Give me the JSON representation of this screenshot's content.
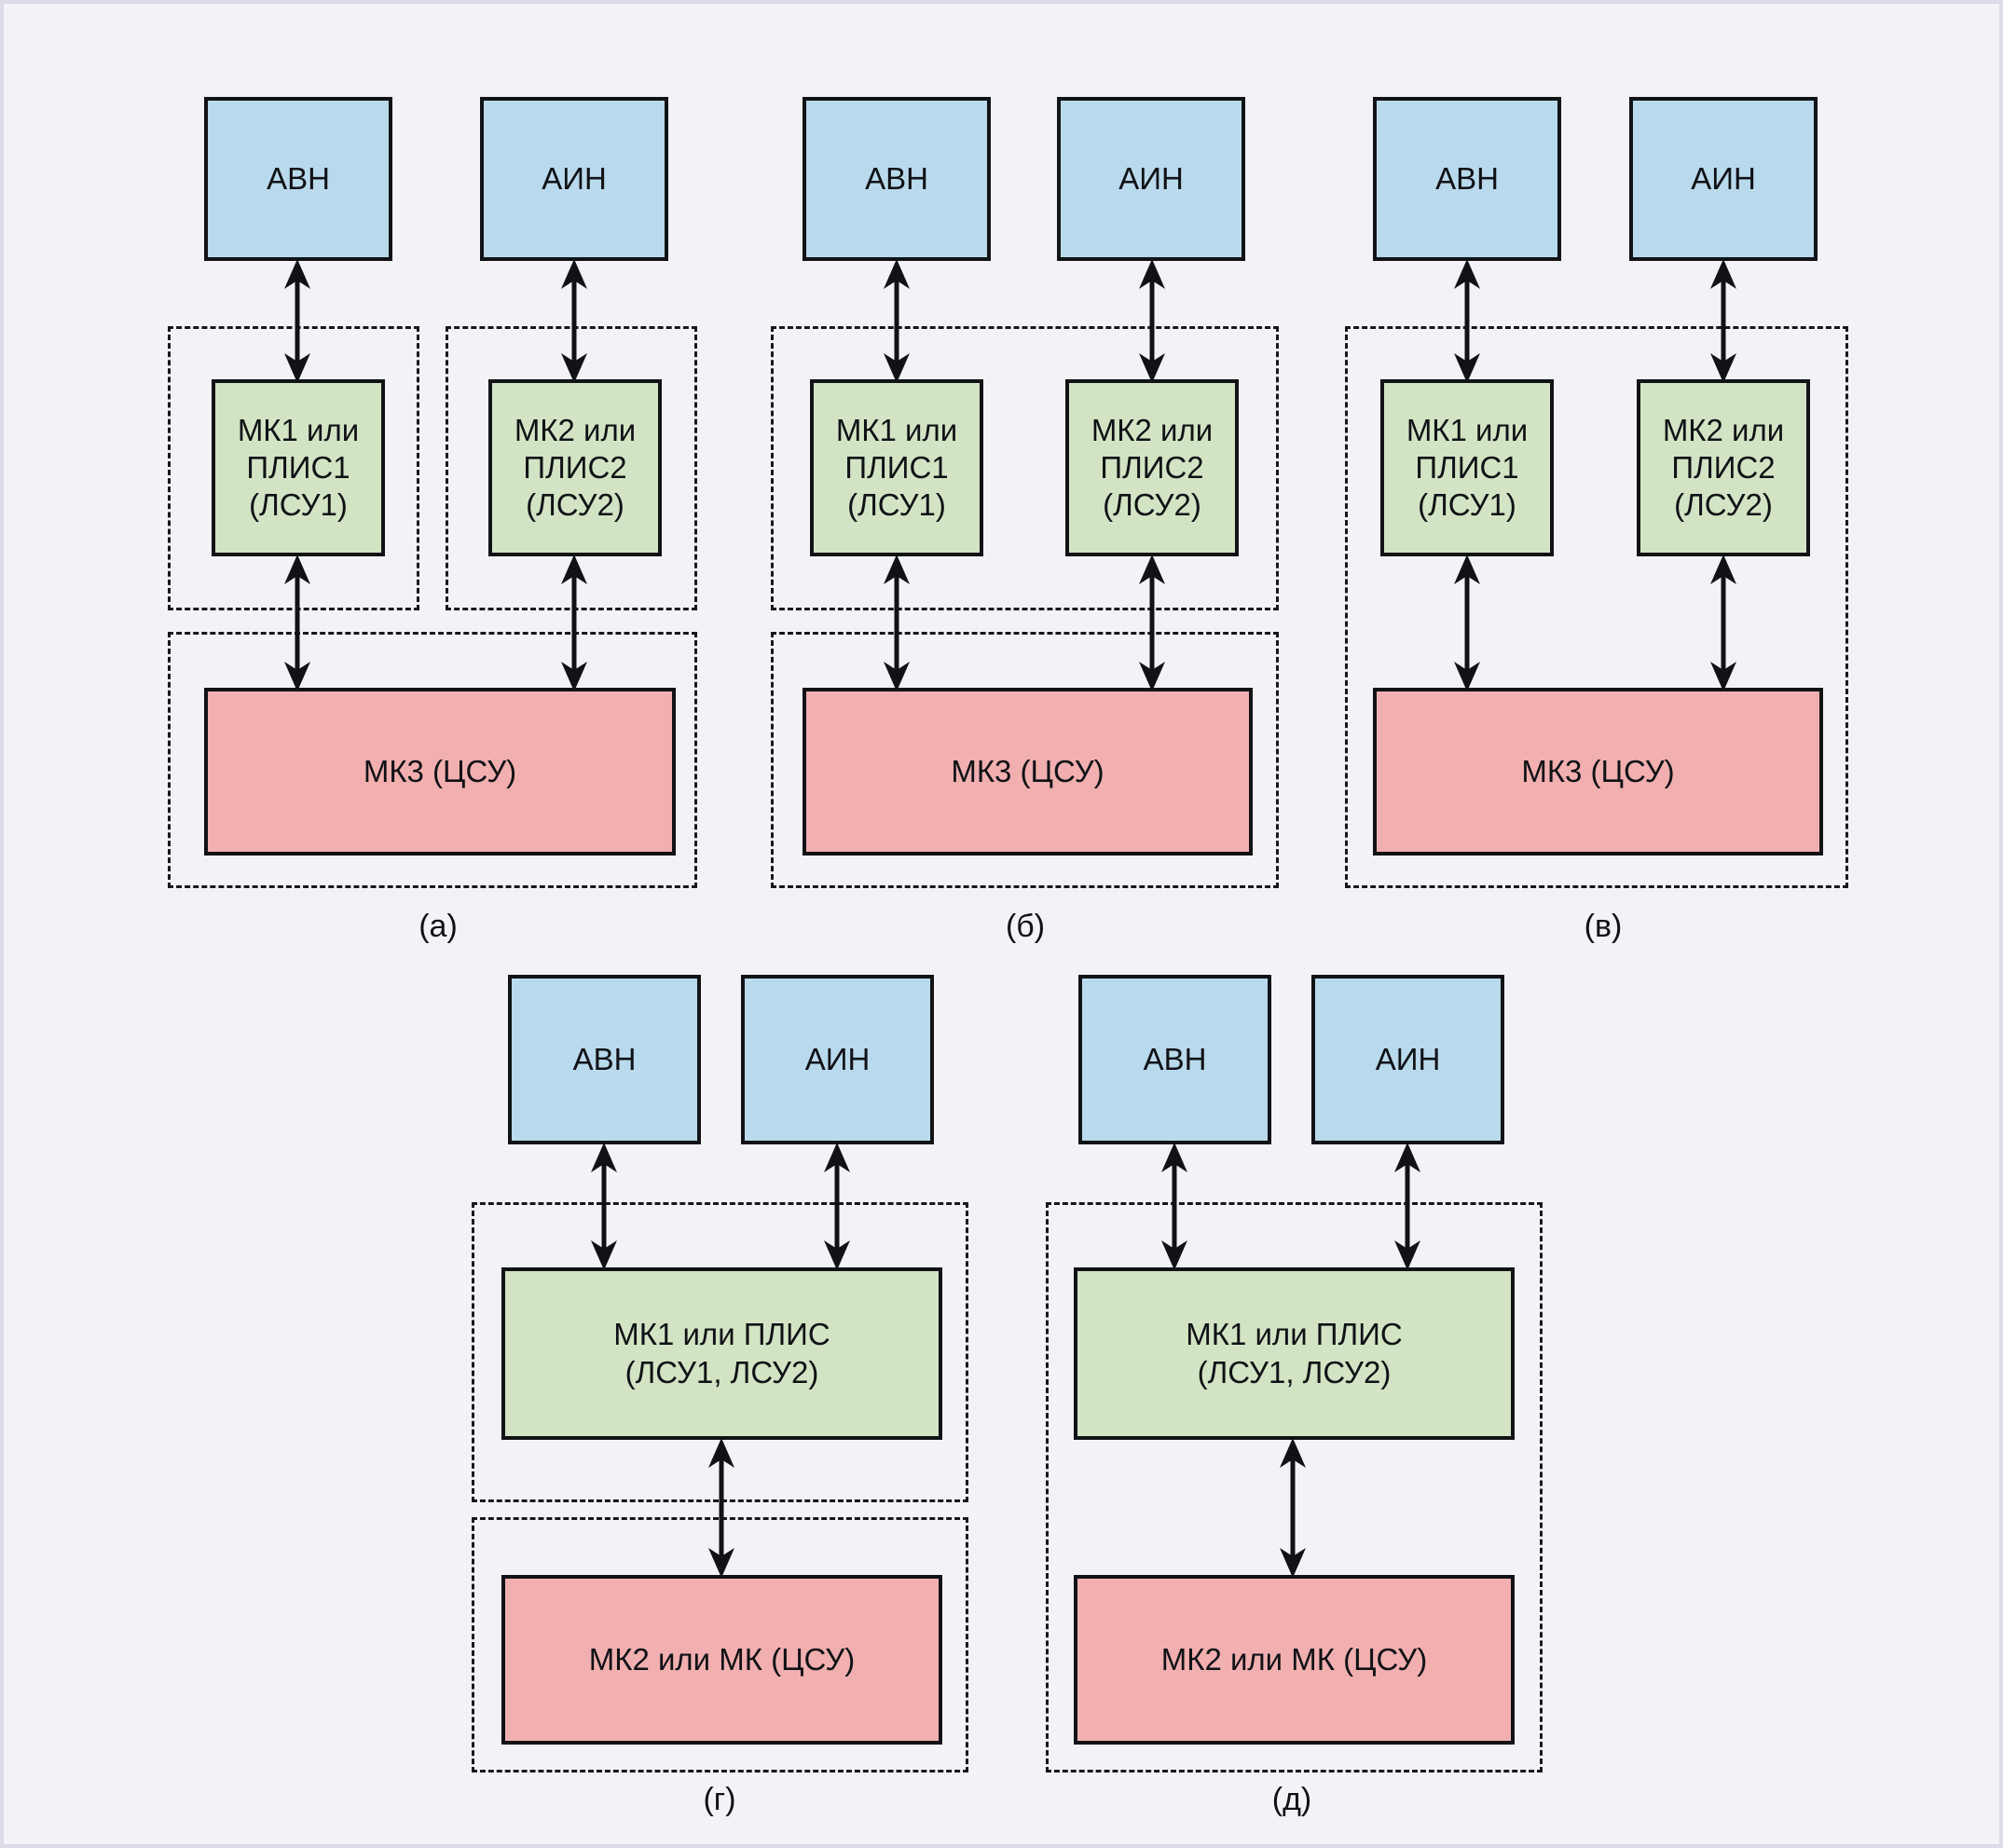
{
  "figure": {
    "background_color": "#f2f2f7",
    "block_colors": {
      "source": "#b9d9ec",
      "local_control": "#d3e4c4",
      "central_control": "#f1afaf",
      "outline": "#111316",
      "dashed_group": "#16181c"
    },
    "arrow_style": "double-headed vertical"
  },
  "panels": [
    {
      "id": "a",
      "caption": "(а)",
      "blocks": {
        "source_left": "АВН",
        "source_right": "АИН",
        "lsu_left": "МК1 или\nПЛИС1\n(ЛСУ1)",
        "lsu_right": "МК2 или\nПЛИС2\n(ЛСУ2)",
        "csu": "МК3 (ЦСУ)"
      },
      "grouping": "three-separate-dashed-boxes"
    },
    {
      "id": "b",
      "caption": "(б)",
      "blocks": {
        "source_left": "АВН",
        "source_right": "АИН",
        "lsu_left": "МК1 или\nПЛИС1\n(ЛСУ1)",
        "lsu_right": "МК2 или\nПЛИС2\n(ЛСУ2)",
        "csu": "МК3 (ЦСУ)"
      },
      "grouping": "shared-lsu-box-plus-csu-box"
    },
    {
      "id": "v",
      "caption": "(в)",
      "blocks": {
        "source_left": "АВН",
        "source_right": "АИН",
        "lsu_left": "МК1 или\nПЛИС1\n(ЛСУ1)",
        "lsu_right": "МК2 или\nПЛИС2\n(ЛСУ2)",
        "csu": "МК3 (ЦСУ)"
      },
      "grouping": "single-dashed-box"
    },
    {
      "id": "g",
      "caption": "(г)",
      "blocks": {
        "source_left": "АВН",
        "source_right": "АИН",
        "lsu_combined": "МК1 или ПЛИС\n(ЛСУ1, ЛСУ2)",
        "csu": "МК2 или МК (ЦСУ)"
      },
      "grouping": "two-stacked-dashed-boxes"
    },
    {
      "id": "d",
      "caption": "(д)",
      "blocks": {
        "source_left": "АВН",
        "source_right": "АИН",
        "lsu_combined": "МК1 или ПЛИС\n(ЛСУ1, ЛСУ2)",
        "csu": "МК2 или МК (ЦСУ)"
      },
      "grouping": "single-dashed-box"
    }
  ]
}
